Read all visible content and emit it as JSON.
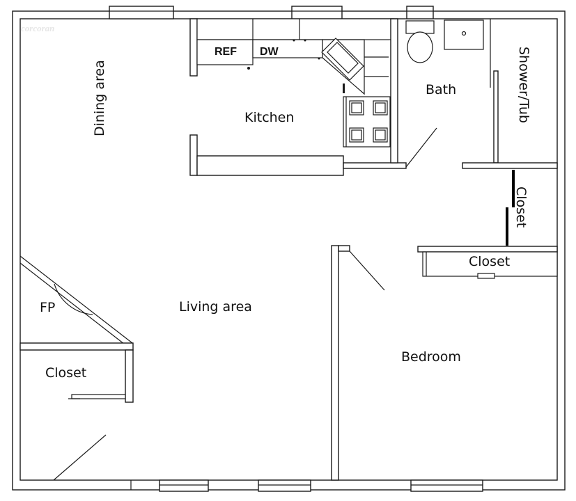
{
  "brand": {
    "watermark": "corcoran"
  },
  "labels": {
    "dining_area": "Dining area",
    "kitchen": "Kitchen",
    "ref": "REF",
    "dw": "DW",
    "bath": "Bath",
    "shower_tub": "Shower/Tub",
    "closet_hall": "Closet",
    "closet_bedroom": "Closet",
    "closet_living": "Closet",
    "fp": "FP",
    "living_area": "Living area",
    "bedroom": "Bedroom"
  },
  "colors": {
    "line": "#1a1a1a",
    "background": "#ffffff"
  }
}
